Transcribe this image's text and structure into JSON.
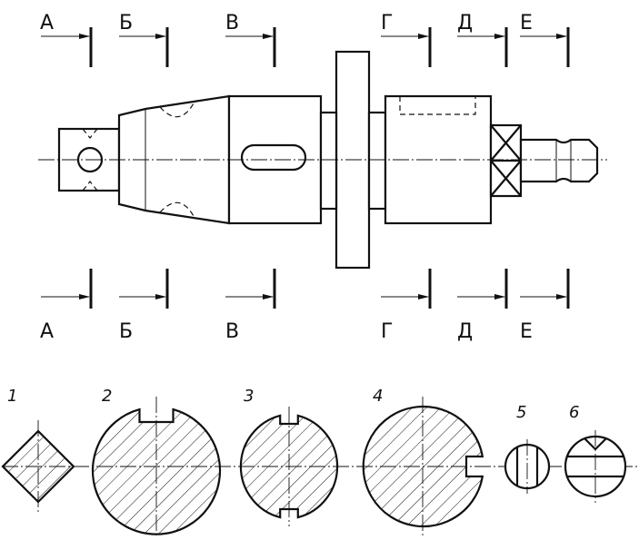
{
  "sections_top": [
    {
      "id": "a",
      "label": "А"
    },
    {
      "id": "b",
      "label": "Б"
    },
    {
      "id": "v",
      "label": "В"
    },
    {
      "id": "g",
      "label": "Г"
    },
    {
      "id": "d",
      "label": "Д"
    },
    {
      "id": "e",
      "label": "Е"
    }
  ],
  "sections_bottom": [
    {
      "id": "a",
      "label": "А"
    },
    {
      "id": "b",
      "label": "Б"
    },
    {
      "id": "v",
      "label": "В"
    },
    {
      "id": "g",
      "label": "Г"
    },
    {
      "id": "d",
      "label": "Д"
    },
    {
      "id": "e",
      "label": "Е"
    }
  ],
  "views": [
    {
      "id": "1",
      "number": "1"
    },
    {
      "id": "2",
      "number": "2"
    },
    {
      "id": "3",
      "number": "3"
    },
    {
      "id": "4",
      "number": "4"
    },
    {
      "id": "5",
      "number": "5"
    },
    {
      "id": "6",
      "number": "6"
    }
  ]
}
